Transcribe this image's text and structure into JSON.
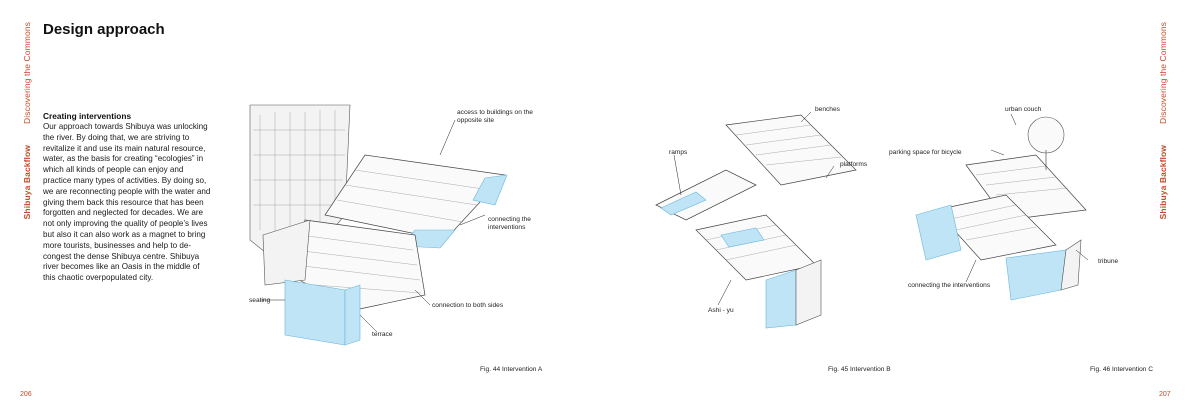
{
  "left_page": {
    "tab_section": "Discovering the Commons",
    "tab_sub": "Shibuya Backflow",
    "title": "Design approach",
    "heading": "Creating interventions",
    "body": "Our approach towards Shibuya was unlocking the river. By doing that, we are striving to revitalize it and use its main natural resource, water, as the basis for creating “ecologies” in which all kinds of people can enjoy and practice many types of activities. By doing so, we are reconnecting people with the water and giving them back this resource that has been forgotten and neglected for decades. We are not only improving the quality of people’s lives but also it can also work as a magnet to bring more tourists, businesses and help to de-congest the dense Shibuya centre. Shibuya river becomes like an Oasis in the middle of this chaotic overpopulated city.",
    "page_number": "206"
  },
  "right_page": {
    "tab_section": "Discovering the Commons",
    "tab_sub": "Shibuya Backflow",
    "page_number": "207"
  },
  "figures": {
    "a": {
      "caption": "Fig. 44 Intervention A",
      "labels": {
        "access": "access to buildings on the opposite site",
        "connecting": "connecting the interventions",
        "seating": "seating",
        "both_sides": "connection to both sides",
        "terrace": "terrace"
      }
    },
    "b": {
      "caption": "Fig. 45 Intervention B",
      "labels": {
        "benches": "benches",
        "ramps": "ramps",
        "platforms": "platforms",
        "ashiyu": "Ashi - yu"
      }
    },
    "c": {
      "caption": "Fig. 46 Intervention C",
      "labels": {
        "couch": "urban couch",
        "parking": "parking space for bicycle",
        "tribune": "tribune",
        "connecting": "connecting the interventions"
      }
    }
  },
  "colors": {
    "accent": "#c8492b",
    "water": "#bfe4f5"
  }
}
